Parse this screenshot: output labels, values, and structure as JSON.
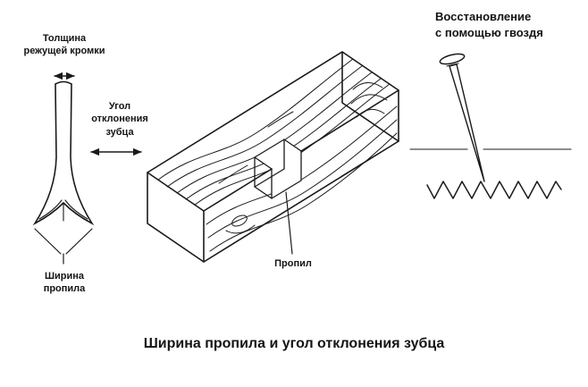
{
  "tooth_figure": {
    "thickness_label": "Толщина\nрежущей кромки",
    "angle_label": "Угол\nотклонения\nзубца",
    "kerf_width_label": "Ширина\nпропила"
  },
  "beam_figure": {
    "kerf_label": "Пропил"
  },
  "nail_figure": {
    "title": "Восстановление\nс помощью гвоздя"
  },
  "caption": "Ширина пропила и угол отклонения зубца",
  "colors": {
    "ink": "#1a1a1a",
    "background": "#ffffff",
    "text": "#141414"
  }
}
